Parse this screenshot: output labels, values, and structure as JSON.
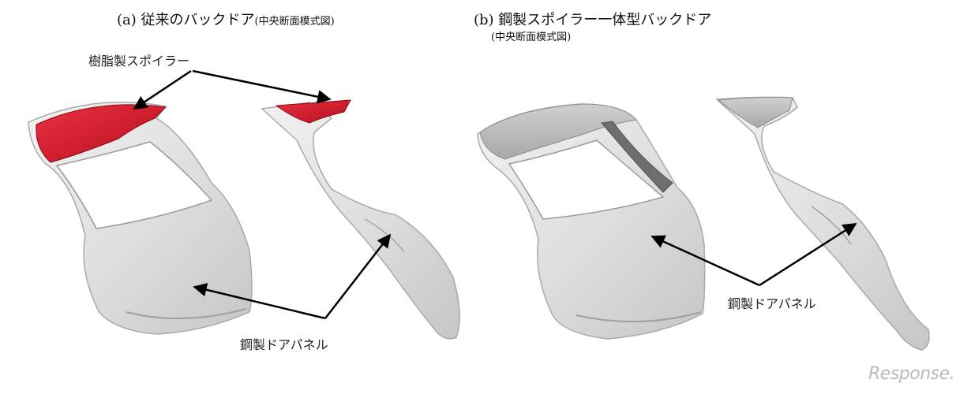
{
  "left_panel": {
    "title": "(a) 従来のバックドア",
    "title_sub": "(中央断面模式図)",
    "label_spoiler": "樹脂製スポイラー",
    "label_panel": "鋼製ドアパネル"
  },
  "right_panel": {
    "title": "(b) 鋼製スポイラー一体型バックドア",
    "title_sub": "(中央断面模式図)",
    "label_panel": "鋼製ドアパネル"
  },
  "watermark": "Response.",
  "colors": {
    "resin_spoiler": "#d7192c",
    "steel_body": "#e2e2e2",
    "steel_edge": "#a9a9a9",
    "arrow": "#000000"
  }
}
